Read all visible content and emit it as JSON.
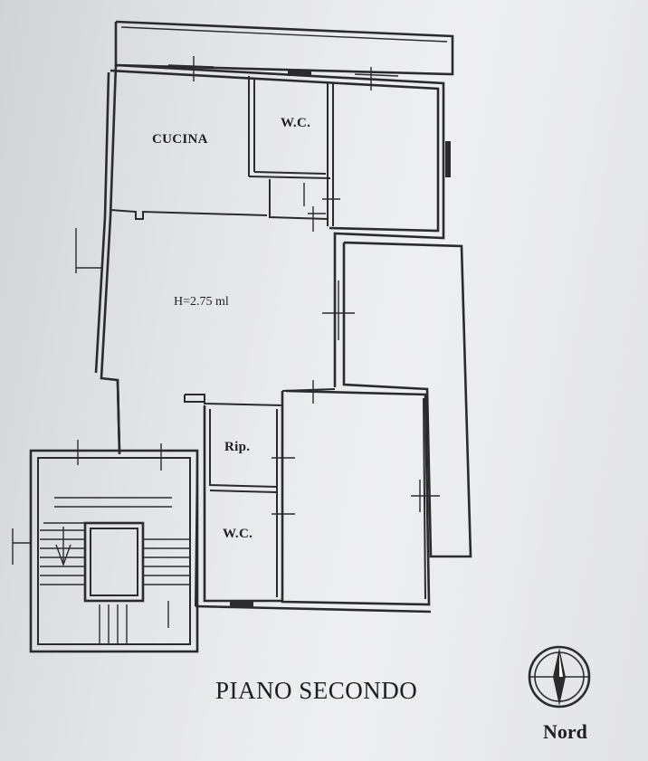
{
  "rooms": {
    "cucina": "CUCINA",
    "wc_top": "W.C.",
    "living_height": "H=2.75 ml",
    "rip": "Rip.",
    "wc_bottom": "W.C."
  },
  "floor_title": "PIANO SECONDO",
  "compass": {
    "label": "Nord",
    "icon": "north-arrow-icon"
  }
}
